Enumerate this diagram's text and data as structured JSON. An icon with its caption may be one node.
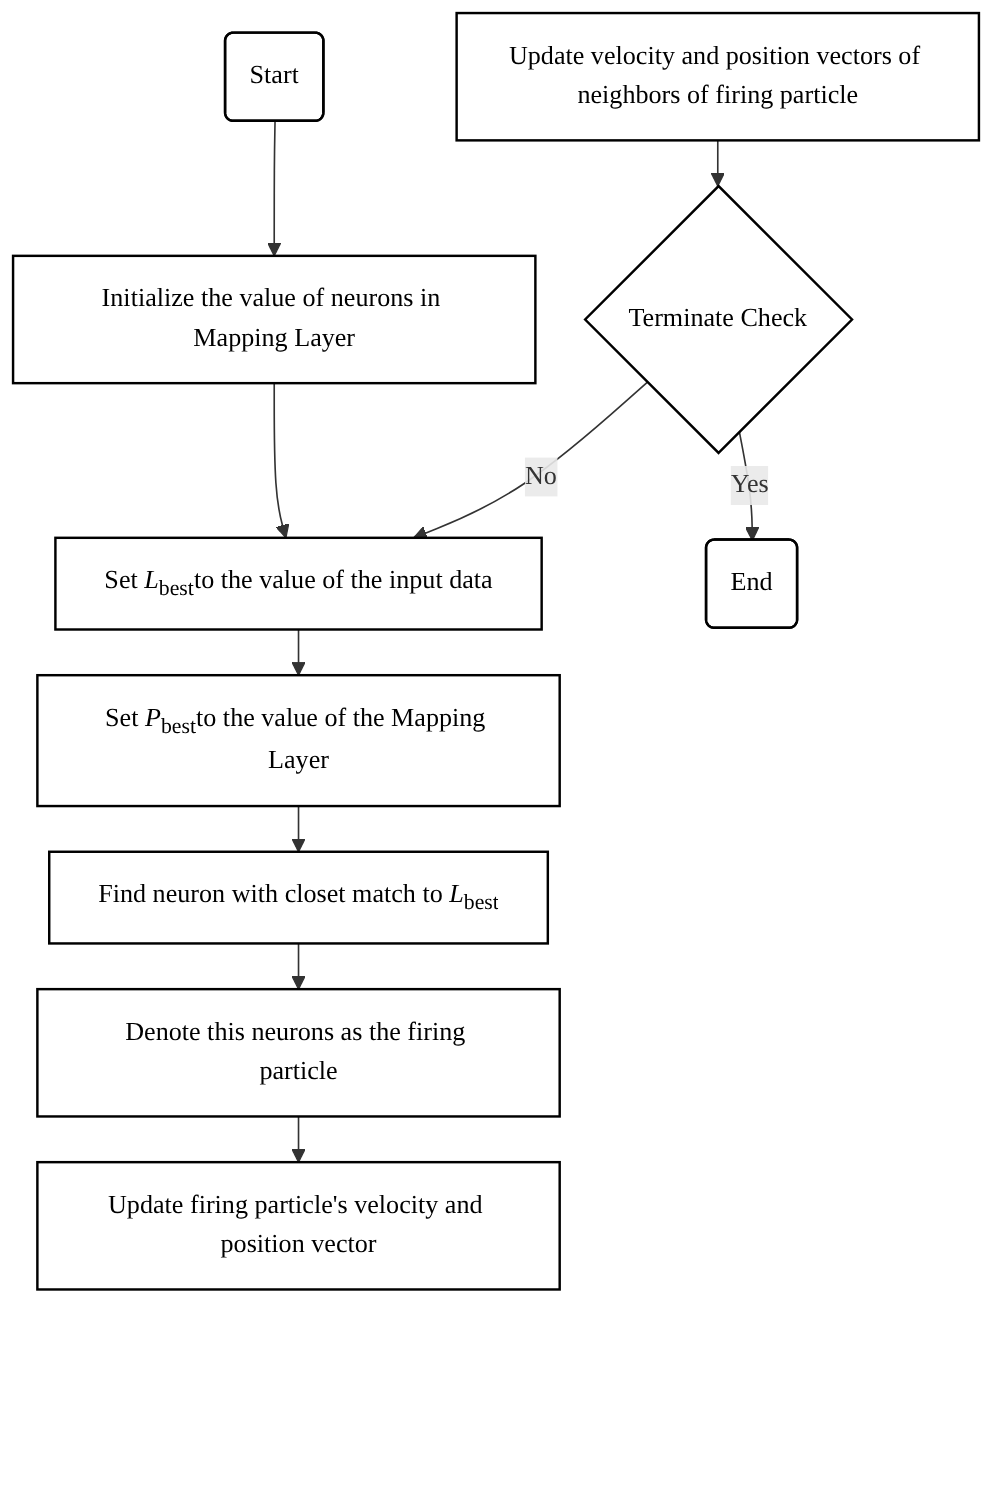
{
  "diagram": {
    "nodes": [
      {
        "text": [
          "Start"
        ]
      },
      {
        "text": [
          "Initialize the value of neurons in Mapping Layer"
        ]
      },
      {
        "text": [
          "Set *L*$_{best}$to the value of the input data"
        ]
      },
      {
        "text": [
          "Set *P*$_{best}$to the value of the Mapping Layer"
        ]
      },
      {
        "text": [
          "Find neuron with closet match to *L*$_{best}$"
        ]
      },
      {
        "text": [
          "Denote this neurons as the firing particle"
        ]
      },
      {
        "text": [
          "Update firing particle's velocity and position vector"
        ]
      },
      {
        "text": [
          "Update velocity and position vectors of neighbors of firing particle"
        ]
      },
      {
        "text": [
          "Terminate Check"
        ]
      },
      {
        "text": [
          "End"
        ]
      }
    ],
    "edges": [
      {
        "from": 0,
        "to": 1,
        "arrow": "to"
      },
      {
        "from": 1,
        "to": 2,
        "arrow": "to"
      },
      {
        "from": 2,
        "to": 3,
        "arrow": "to"
      },
      {
        "from": 3,
        "to": 4,
        "arrow": "to"
      },
      {
        "from": 4,
        "to": 5,
        "arrow": "to"
      },
      {
        "from": 5,
        "to": 6,
        "arrow": "to"
      },
      {
        "from": 7,
        "to": 8,
        "arrow": "to"
      },
      {
        "from": 8,
        "to": 9,
        "arrow": "to",
        "label": "Yes"
      },
      {
        "from": 8,
        "to": 2,
        "arrow": "to",
        "label": "No"
      }
    ]
  }
}
